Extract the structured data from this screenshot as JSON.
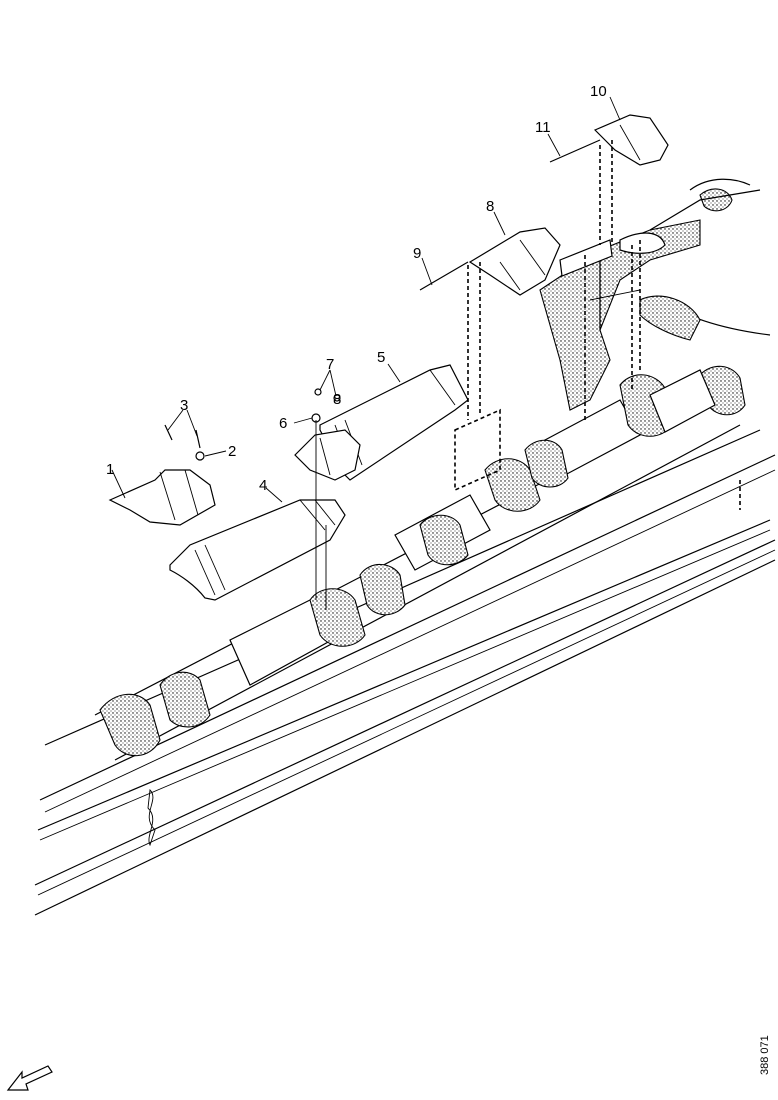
{
  "callouts": [
    {
      "id": "1",
      "label": "1"
    },
    {
      "id": "2",
      "label": "2"
    },
    {
      "id": "3",
      "label": "3"
    },
    {
      "id": "4",
      "label": "4"
    },
    {
      "id": "5",
      "label": "5"
    },
    {
      "id": "6",
      "label": "6"
    },
    {
      "id": "7",
      "label": "7"
    },
    {
      "id": "8a",
      "label": "8"
    },
    {
      "id": "8b",
      "label": "8"
    },
    {
      "id": "9",
      "label": "9"
    },
    {
      "id": "10",
      "label": "10"
    },
    {
      "id": "11",
      "label": "11"
    }
  ],
  "drawing_reference": "388 071",
  "icons": {
    "front_direction": "arrow-icon"
  }
}
